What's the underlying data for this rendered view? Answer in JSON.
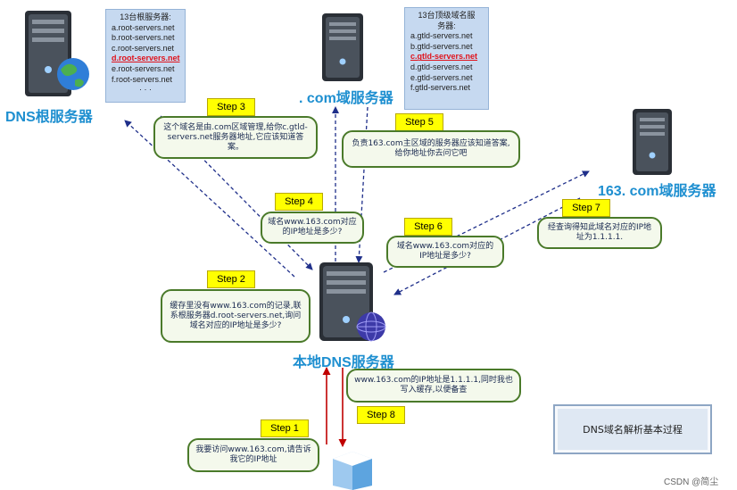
{
  "root_server": {
    "label": "DNS根服务器",
    "list_title": "13台根服务器:",
    "list": [
      "a.root-servers.net",
      "b.root-servers.net",
      "c.root-servers.net",
      "d.root-servers.net",
      "e.root-servers.net",
      "f.root-servers.net",
      "· · ·"
    ],
    "highlight": "d.root-servers.net"
  },
  "com_server": {
    "label": ". com域服务器",
    "list_title": "13台顶级域名服务器:",
    "list": [
      "a.gtld-servers.net",
      "b.gtld-servers.net",
      "c.gtld-servers.net",
      "d.gtld-servers.net",
      "e.gtld-servers.net",
      "f.gtld-servers.net"
    ],
    "highlight": "c.gtld-servers.net"
  },
  "server_163": {
    "label": "163. com域服务器"
  },
  "local_server": {
    "label": "本地DNS服务器"
  },
  "steps": {
    "s1": {
      "tag": "Step 1",
      "text": "我要访问www.163.com,请告诉我它的IP地址"
    },
    "s2": {
      "tag": "Step 2",
      "text": "缓存里没有www.163.com的记录,联系根服务器d.root-servers.net,询问域名对应的IP地址是多少?"
    },
    "s3": {
      "tag": "Step 3",
      "text": "这个域名是由.com区域管理,给你c.gtld-servers.net服务器地址,它应该知道答案。"
    },
    "s4": {
      "tag": "Step 4",
      "text": "域名www.163.com对应的IP地址是多少?"
    },
    "s5": {
      "tag": "Step 5",
      "text": "负责163.com主区域的服务器应该知道答案,给你地址你去问它吧"
    },
    "s6": {
      "tag": "Step 6",
      "text": "域名www.163.com对应的IP地址是多少?"
    },
    "s7": {
      "tag": "Step 7",
      "text": "经查询得知此域名对应的IP地址为1.1.1.1."
    },
    "s8": {
      "tag": "Step 8",
      "text": "www.163.com的IP地址是1.1.1.1,同时我也写入缓存,以便备查"
    }
  },
  "diagram_title": "DNS域名解析基本过程",
  "watermark": "CSDN @简尘",
  "colors": {
    "dashed_arrow": "#1f2f8a",
    "solid_arrow": "#c00000",
    "server_label": "#1e8fd0",
    "step_tag": "#ffff00",
    "bubble_border": "#4a7a2a",
    "list_bg": "#c6d9f0"
  }
}
